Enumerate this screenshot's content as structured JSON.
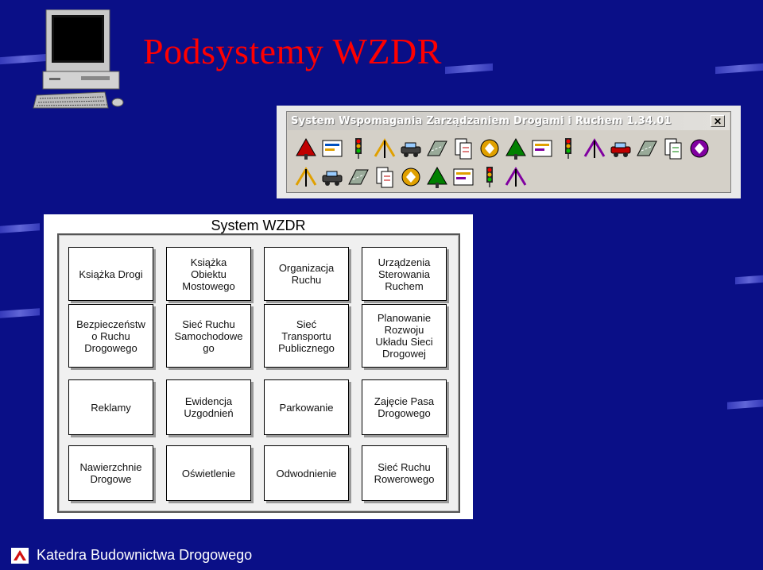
{
  "slide": {
    "title": "Podsystemy WZDR",
    "footer": "Katedra Budownictwa Drogowego"
  },
  "app_window": {
    "title": "System Wspomagania Zarządzaniem Drogami i Ruchem 1.34.01",
    "close_glyph": "✕",
    "toolbar_row1": [
      "sign-icon",
      "abc-text-icon",
      "map-list-icon",
      "document-icon",
      "traffic-light-icon",
      "crossroads-icon",
      "intersection-icon",
      "road-junction-icon",
      "road-surface-icon",
      "car-icon",
      "tree-icon",
      "parking-car-icon",
      "gate-icon",
      "branches-icon",
      "bridge-icon",
      "documents-icon"
    ],
    "toolbar_row2": [
      "report-icon",
      "bus-icon",
      "parking-icon",
      "checklist-icon",
      "cross-car-icon",
      "road-layer-icon",
      "kat-label-icon",
      "angle-90-icon",
      "road-section-icon"
    ]
  },
  "diagram": {
    "title": "System WZDR",
    "rows": [
      [
        "Książka Drogi",
        "Książka\nObiektu\nMostowego",
        "Organizacja\nRuchu",
        "Urządzenia\nSterowania\nRuchem"
      ],
      [
        "Bezpieczeństw\no Ruchu\nDrogowego",
        "Sieć Ruchu\nSamochodowe\ngo",
        "Sieć\nTransportu\nPublicznego",
        "Planowanie\nRozwoju\nUkładu Sieci\nDrogowej"
      ],
      [
        "Reklamy",
        "Ewidencja\nUzgodnień",
        "Parkowanie",
        "Zajęcie Pasa\nDrogowego"
      ],
      [
        "Nawierzchnie\nDrogowe",
        "Oświetlenie",
        "Odwodnienie",
        "Sieć Ruchu\nRowerowego"
      ]
    ]
  },
  "colors": {
    "background": "#0a0f87",
    "title": "#ff0000",
    "footer_text": "#ffffff"
  }
}
